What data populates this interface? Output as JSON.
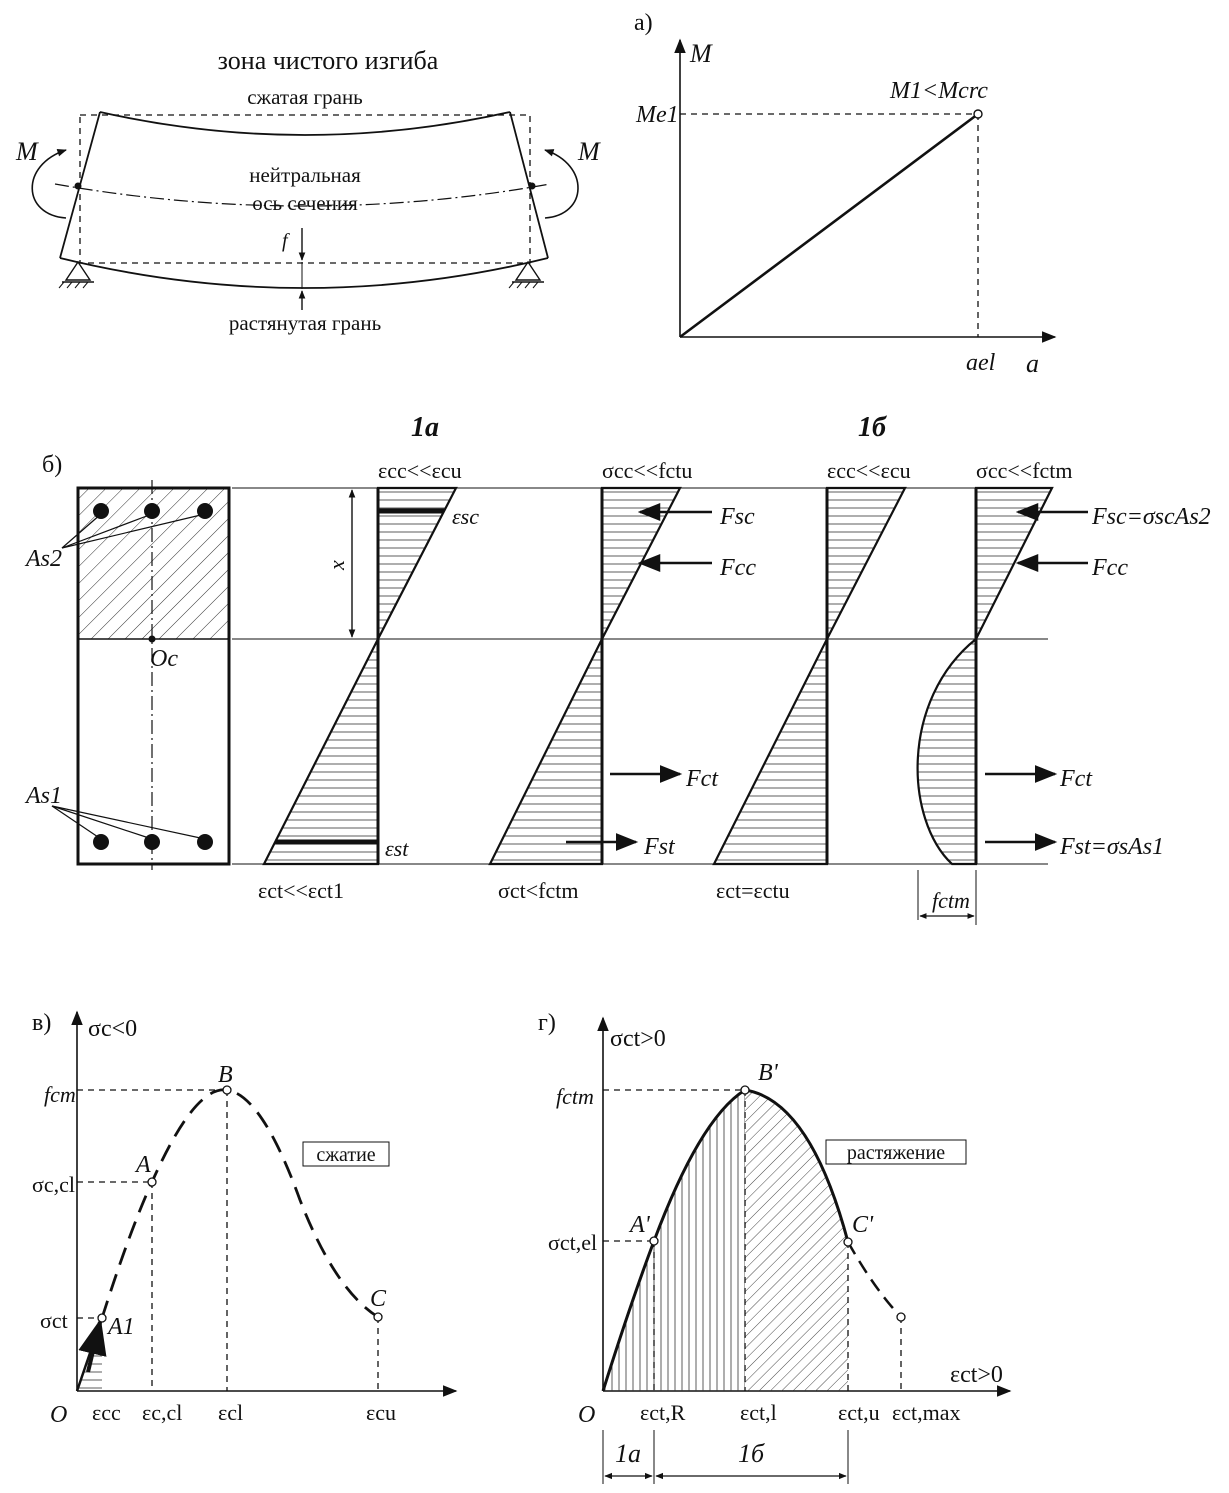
{
  "beam": {
    "title": "зона чистого изгиба",
    "top_label": "сжатая грань",
    "axis_label_1": "нейтральная",
    "axis_label_2": "ось сечения",
    "bottom_label": "растянутая грань",
    "moment_left": "M",
    "moment_right": "M",
    "deflection": "f"
  },
  "panel_a": {
    "tag": "а)",
    "y_axis": "M",
    "x_axis": "a",
    "y_tick": "Me1",
    "x_tick": "ael",
    "point_label": "M1<Mcrc"
  },
  "panel_b": {
    "tag": "б)",
    "stage_1a": "1a",
    "stage_1b": "1б",
    "as2": "As2",
    "as1": "As1",
    "oc": "Oc",
    "x_dim": "x",
    "top_labels": [
      "εcc<<εcu",
      "σcc<<fctu",
      "εcc<<εcu",
      "σcc<<fctm"
    ],
    "bottom_labels": [
      "εct<<εct1",
      "σct<fctm",
      "εct=εctu",
      "fctm"
    ],
    "eps_sc": "εsc",
    "eps_st": "εst",
    "forces": {
      "fsc": "Fsc",
      "fcc": "Fcc",
      "fct": "Fct",
      "fst": "Fst",
      "fsc_eq": "Fsc=σscAs2",
      "fst_eq": "Fst=σsAs1"
    }
  },
  "panel_v": {
    "tag": "в)",
    "y_axis": "σc<0",
    "y_ticks": [
      "fcm",
      "σc,cl",
      "σct"
    ],
    "x_ticks": [
      "εcc",
      "εc,cl",
      "εcl",
      "εcu"
    ],
    "origin": "O",
    "points": [
      "A1",
      "A",
      "B",
      "C"
    ],
    "box_label": "сжатие"
  },
  "panel_g": {
    "tag": "г)",
    "y_axis": "σct>0",
    "x_axis": "εct>0",
    "y_ticks": [
      "fctm",
      "σct,el"
    ],
    "x_ticks": [
      "εct,R",
      "εct,l",
      "εct,u",
      "εct,max"
    ],
    "origin": "O",
    "points": [
      "A'",
      "B'",
      "C'"
    ],
    "box_label": "растяжение",
    "zones": [
      "1а",
      "1б"
    ]
  }
}
